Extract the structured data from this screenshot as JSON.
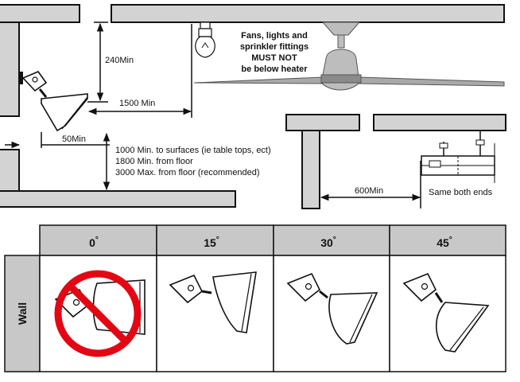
{
  "labels": {
    "dim_240": "240Min",
    "dim_1500": "1500 Min",
    "dim_50": "50Min",
    "floor_line1": "1000 Min. to surfaces (ie table tops, ect)",
    "floor_line2": "1800 Min. from floor",
    "floor_line3": "3000 Max. from floor (recommended)",
    "notice_line1": "Fans, lights and",
    "notice_line2": "sprinkler fittings",
    "notice_line3": "MUST NOT",
    "notice_line4": "be below heater",
    "dim_600": "600Min",
    "same_ends": "Same both ends"
  },
  "table": {
    "row_header": "Wall",
    "columns": [
      "0",
      "15",
      "30",
      "45"
    ],
    "degree_symbol": "°",
    "prohibited_column": "0"
  },
  "colors": {
    "wall_fill": "#d3d3d3",
    "header_fill": "#c8c8c8",
    "prohibited": "#e30613",
    "line": "#111111"
  }
}
